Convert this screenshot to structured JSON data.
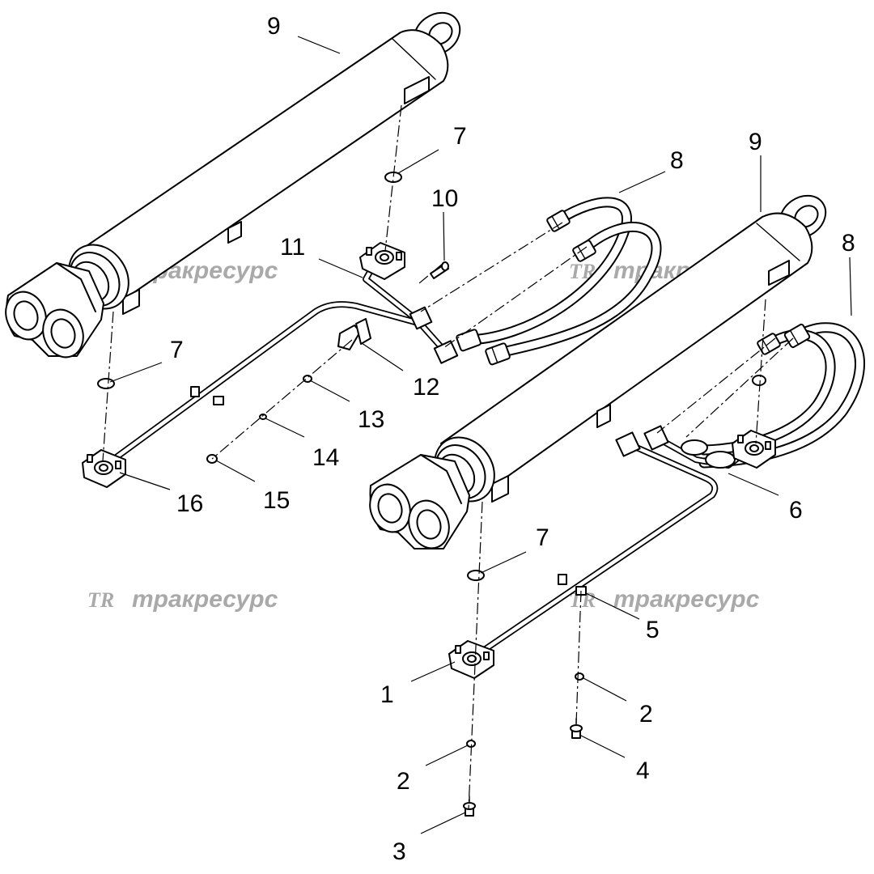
{
  "watermark": {
    "text": "тракресурс",
    "logo": "TR"
  },
  "callouts": {
    "c1": "1",
    "c2a": "2",
    "c2b": "2",
    "c3": "3",
    "c4": "4",
    "c5": "5",
    "c6": "6",
    "c7a": "7",
    "c7b": "7",
    "c7c": "7",
    "c8a": "8",
    "c8b": "8",
    "c9a": "9",
    "c9b": "9",
    "c10": "10",
    "c11": "11",
    "c12": "12",
    "c13": "13",
    "c14": "14",
    "c15": "15",
    "c16": "16"
  },
  "icons": {
    "parts": "hydraulic-cylinder-assembly"
  },
  "colors": {
    "line": "#000000",
    "watermark": "#a9a9a9",
    "background": "#ffffff"
  }
}
